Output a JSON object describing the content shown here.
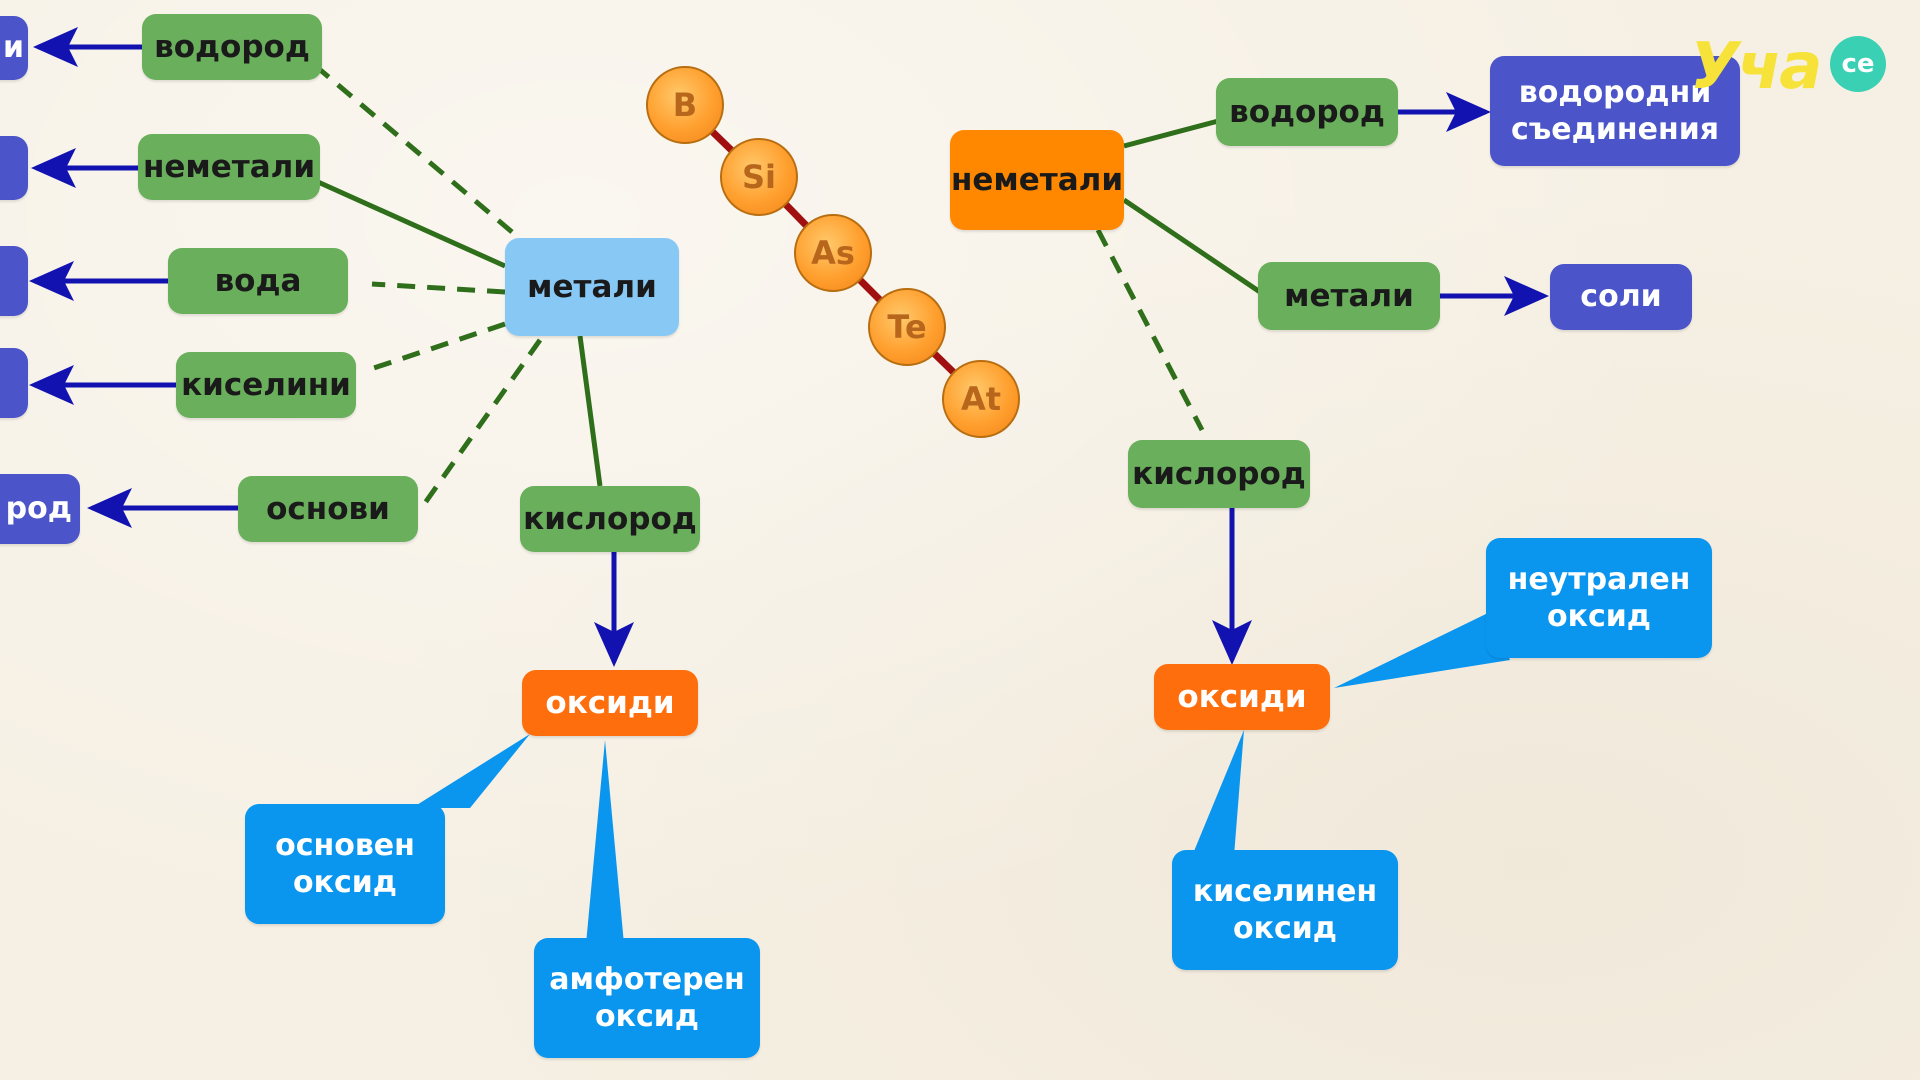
{
  "left_map": {
    "center": "метали",
    "branches": [
      "водород",
      "неметали",
      "вода",
      "киселини",
      "основи"
    ],
    "targets": [
      "и",
      "",
      "",
      "",
      "род"
    ],
    "oxygen": "кислород",
    "oxides": "оксиди",
    "oxide_types": [
      "основен оксид",
      "амфотерен оксид"
    ]
  },
  "metalloids": [
    "B",
    "Si",
    "As",
    "Te",
    "At"
  ],
  "right_map": {
    "center": "неметали",
    "hydrogen": "водород",
    "hydrogen_result": "водородни съединения",
    "metals": "метали",
    "metals_result": "соли",
    "oxygen": "кислород",
    "oxides": "оксиди",
    "oxide_types": [
      "неутрален оксид",
      "киселинен оксид"
    ]
  },
  "logo": {
    "text": "Уча",
    "badge": "се"
  },
  "colors": {
    "green": "#6aaf5c",
    "purple": "#4b55c9",
    "sky": "#88c8f4",
    "orange": "#ff8800",
    "oxide": "#ff6e0c",
    "blue": "#0a96ef",
    "arrow": "#1212b0",
    "solid_link": "#2f6e1a"
  }
}
